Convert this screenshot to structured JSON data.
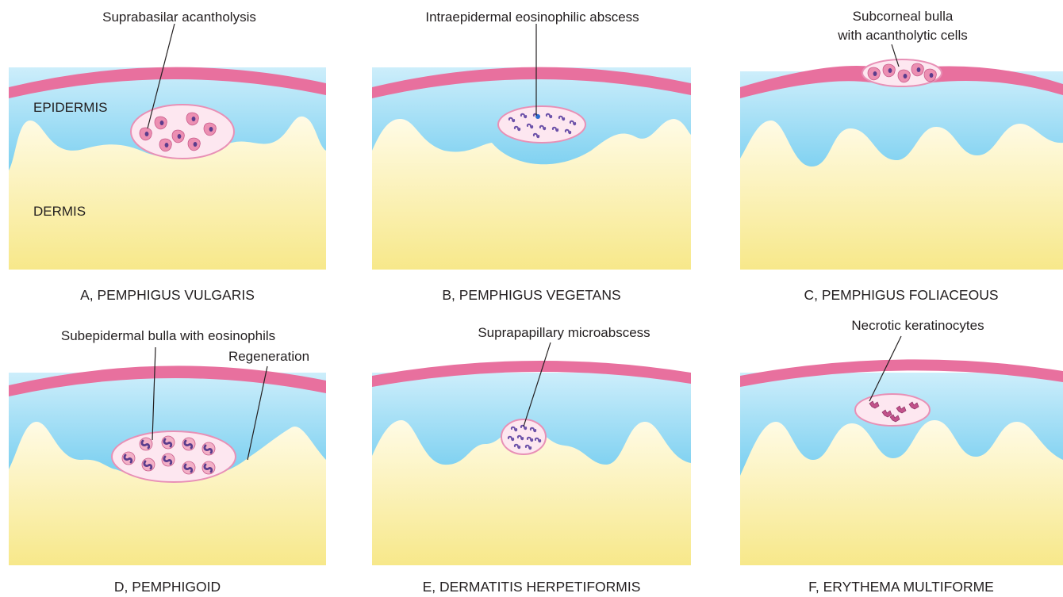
{
  "colors": {
    "stratum_corneum": "#e8709e",
    "epidermis_top": "#cdeefb",
    "epidermis_bottom": "#2eb3e6",
    "dermis_top": "#fffbe6",
    "dermis_bottom": "#f7e88a",
    "bulla_fill": "#fde7f0",
    "bulla_edge": "#e890b6",
    "cell_fill": "#ec8fb2",
    "nucleus": "#5a3c8c",
    "eosinophil_fill": "#f3b0c7",
    "label_text": "#231f20"
  },
  "layer_labels": {
    "epidermis": "EPIDERMIS",
    "dermis": "DERMIS"
  },
  "panels": [
    {
      "id": "a",
      "caption": "A, PEMPHIGUS VULGARIS",
      "callouts": [
        "Suprabasilar acantholysis"
      ],
      "lesion_icon": "acantholytic-cells-icon"
    },
    {
      "id": "b",
      "caption": "B, PEMPHIGUS VEGETANS",
      "callouts": [
        "Intraepidermal eosinophilic abscess"
      ],
      "lesion_icon": "eosinophil-icon"
    },
    {
      "id": "c",
      "caption": "C, PEMPHIGUS FOLIACEOUS",
      "callouts": [
        "Subcorneal bulla",
        "with acantholytic cells"
      ],
      "lesion_icon": "acantholytic-cells-icon"
    },
    {
      "id": "d",
      "caption": "D, PEMPHIGOID",
      "callouts": [
        "Subepidermal bulla with eosinophils",
        "Regeneration"
      ],
      "lesion_icon": "eosinophil-icon"
    },
    {
      "id": "e",
      "caption": "E, DERMATITIS HERPETIFORMIS",
      "callouts": [
        "Suprapapillary microabscess"
      ],
      "lesion_icon": "neutrophil-icon"
    },
    {
      "id": "f",
      "caption": "F, ERYTHEMA MULTIFORME",
      "callouts": [
        "Necrotic keratinocytes"
      ],
      "lesion_icon": "necrotic-keratinocyte-icon"
    }
  ]
}
